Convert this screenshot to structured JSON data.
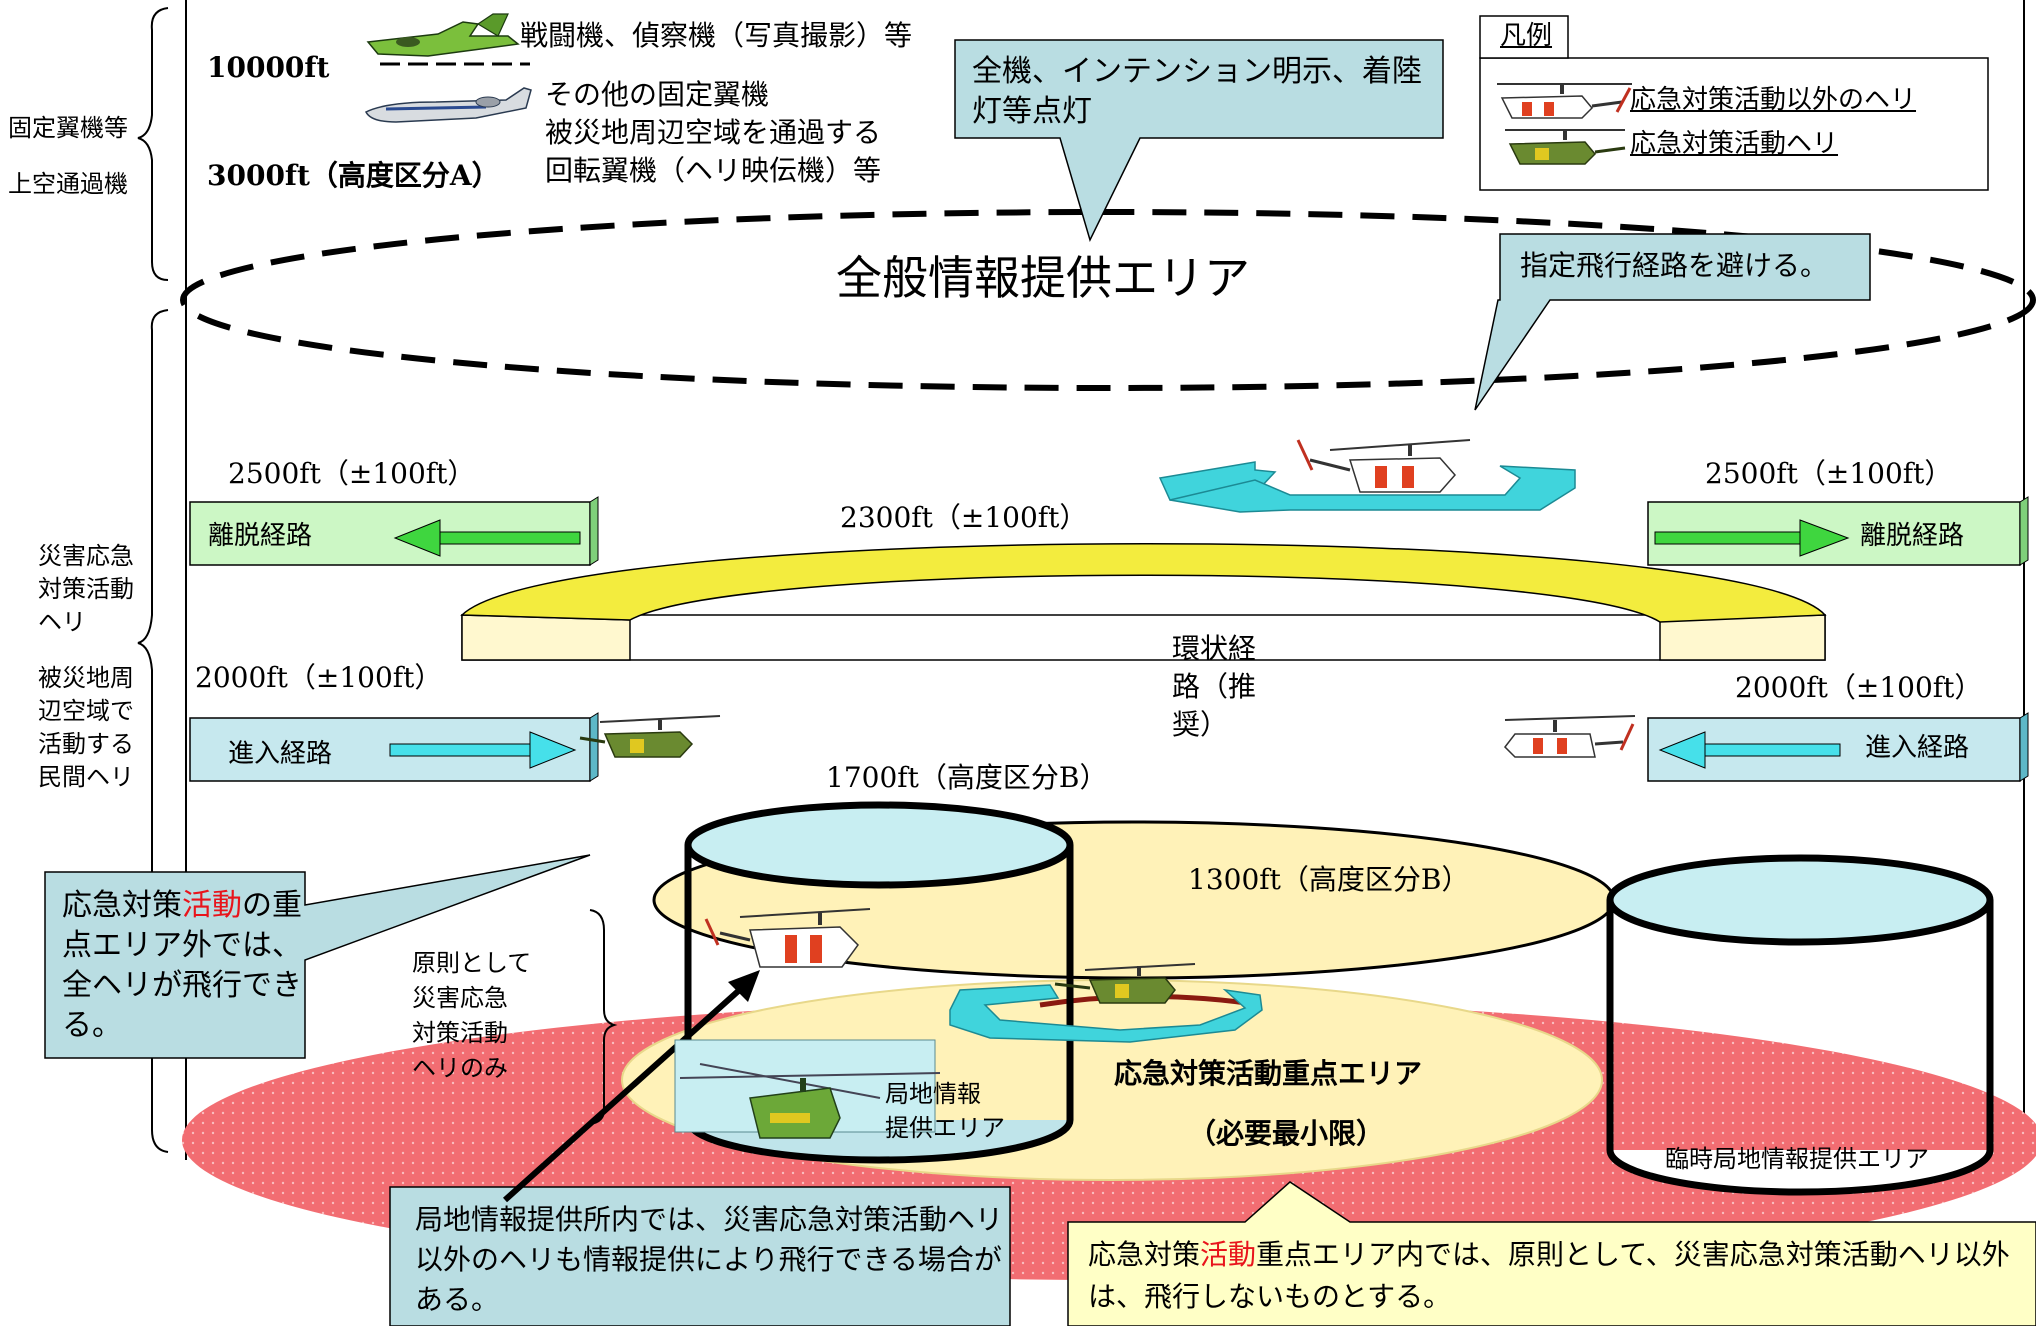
{
  "left_labels": {
    "fixed_wing": [
      "固定翼機等",
      "上空通過機"
    ],
    "disaster_heli": [
      "災害応急",
      "対策活動",
      "ヘリ"
    ],
    "civil_heli": [
      "被災地周",
      "辺空域で",
      "活動する",
      "民間ヘリ"
    ]
  },
  "top": {
    "alt_10000": "10000ft",
    "alt_3000": "3000ft（高度区分A）",
    "fighter": "戦闘機、偵察機（写真撮影）等",
    "other_fixed": [
      "その他の固定翼機",
      "被災地周辺空域を通過する",
      "回転翼機（ヘリ映伝機）等"
    ]
  },
  "callouts": {
    "all_aircraft": "全機、インテンション明示、着陸灯等点灯",
    "avoid_route": "指定飛行経路を避ける。",
    "outside_area": {
      "a": "応急対策",
      "b": "活動",
      "c": "の重点エリア外では、全ヘリが飛行できる。"
    },
    "local_info": "局地情報提供所内では、災害応急対策活動ヘリ以外のヘリも情報提供により飛行できる場合がある。",
    "inside_area": {
      "a": "応急対策",
      "b": "活動",
      "c": "重点エリア内では、原則として、災害応急対策活動ヘリ以外は、飛行しないものとする。"
    }
  },
  "legend": {
    "title": "凡例",
    "other_heli": "応急対策活動以外のヘリ",
    "emergency_heli": "応急対策活動ヘリ"
  },
  "general_area": "全般情報提供エリア",
  "routes": {
    "depart_left_alt": "2500ft（±100ft）",
    "depart_right_alt": "2500ft（±100ft）",
    "depart_label": "離脱経路",
    "ring_alt": "2300ft（±100ft）",
    "ring_label": [
      "環状経",
      "路（推",
      "奨）"
    ],
    "enter_left_alt": "2000ft（±100ft）",
    "enter_right_alt": "2000ft（±100ft）",
    "enter_label": "進入経路"
  },
  "zones": {
    "alt_1700": "1700ft（高度区分B）",
    "alt_1300": "1300ft（高度区分B）",
    "principle": [
      "原則として",
      "災害応急",
      "対策活動",
      "ヘリのみ"
    ],
    "local_area": [
      "局地情報",
      "提供エリア"
    ],
    "priority_area": "応急対策活動重点エリア",
    "minimum": "（必要最小限）",
    "temp_area": "臨時局地情報提供エリア"
  },
  "colors": {
    "callout_fill": "#b9dde2",
    "callout_yellow": "#ffffc6",
    "ring_yellow": "#f3ec3e",
    "zone_red": "#f26d72",
    "zone_cream": "#fff2b8",
    "cylinder_top": "#c8eef2",
    "route_green": "#ccf7c5",
    "route_blue": "#c6e8ee",
    "accent_red": "#e8141b"
  }
}
